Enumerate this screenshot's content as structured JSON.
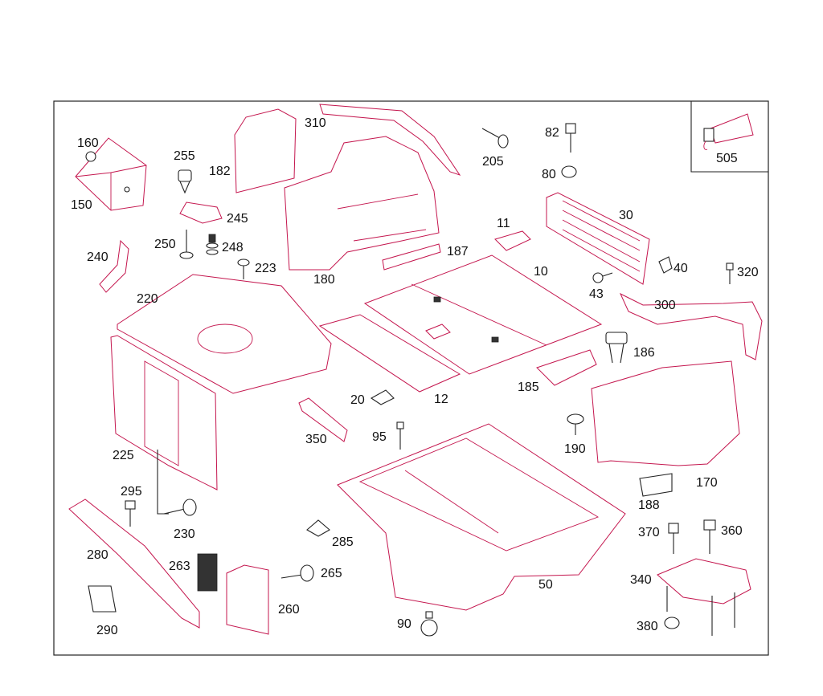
{
  "diagram": {
    "inset_label": "505",
    "labels": {
      "l10": "10",
      "l11": "11",
      "l12": "12",
      "l20": "20",
      "l30": "30",
      "l40": "40",
      "l43": "43",
      "l50": "50",
      "l80": "80",
      "l82": "82",
      "l90": "90",
      "l95": "95",
      "l150": "150",
      "l160": "160",
      "l170": "170",
      "l180": "180",
      "l182": "182",
      "l185": "185",
      "l186": "186",
      "l187": "187",
      "l188": "188",
      "l190": "190",
      "l205": "205",
      "l220": "220",
      "l223": "223",
      "l225": "225",
      "l230": "230",
      "l240": "240",
      "l245": "245",
      "l248": "248",
      "l250": "250",
      "l255": "255",
      "l260": "260",
      "l263": "263",
      "l265": "265",
      "l280": "280",
      "l285": "285",
      "l290": "290",
      "l295": "295",
      "l300": "300",
      "l310": "310",
      "l320": "320",
      "l340": "340",
      "l350": "350",
      "l360": "360",
      "l370": "370",
      "l380": "380"
    }
  }
}
